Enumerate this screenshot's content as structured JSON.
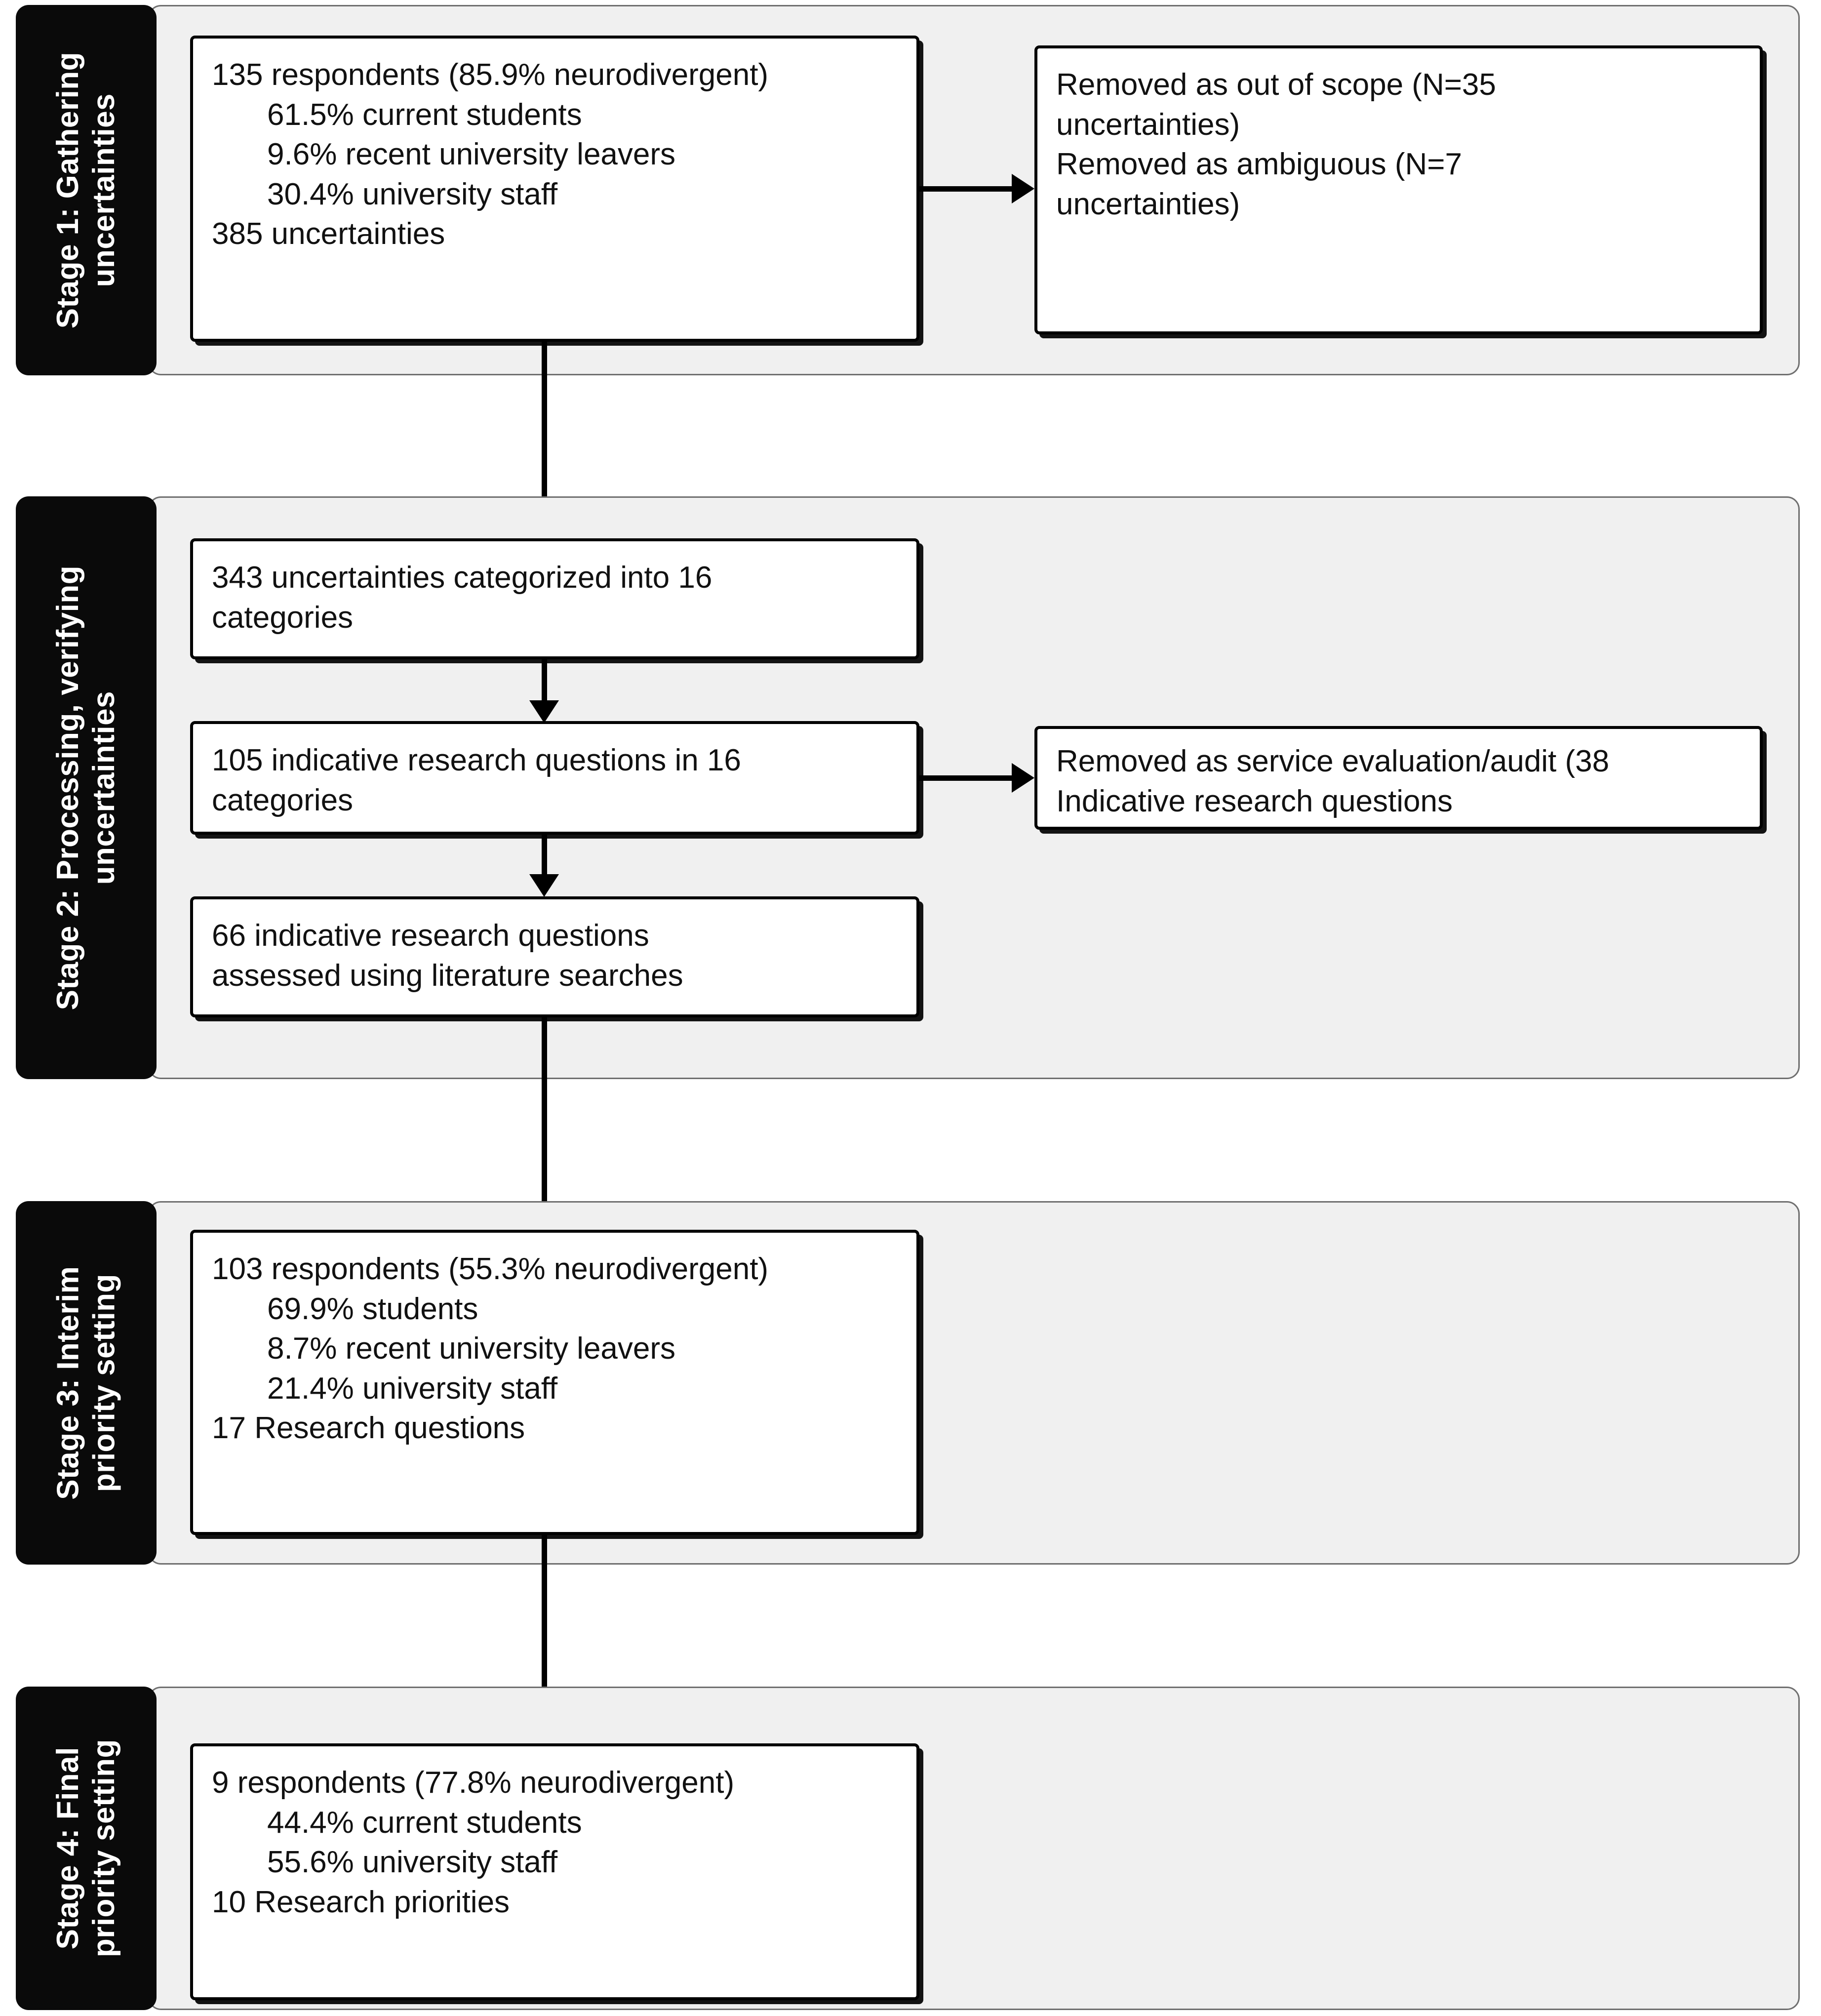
{
  "figure": {
    "type": "flowchart",
    "orientation": "vertical",
    "colors": {
      "stage_label_bg": "#0a0a0a",
      "stage_label_text": "#ffffff",
      "stage_band_bg": "#f0f0f0",
      "stage_band_border": "#6f6f6f",
      "node_border": "#000000",
      "node_bg": "#ffffff",
      "connector": "#000000",
      "page_bg": "#ffffff"
    }
  },
  "stages": [
    {
      "id": "stage-1",
      "label_line1": "Stage 1: Gathering",
      "label_line2": "uncertainties",
      "main_node": {
        "name": "stage1-respondents-box",
        "lines": [
          "135 respondents (85.9% neurodivergent)",
          "61.5% current students",
          "9.6% recent university leavers",
          "30.4% university staff",
          "385 uncertainties"
        ]
      },
      "side_node": {
        "name": "stage1-removed-box",
        "lines": [
          "Removed as out of scope (N=35",
          "uncertainties)",
          "Removed as ambiguous (N=7",
          "uncertainties)"
        ]
      }
    },
    {
      "id": "stage-2",
      "label_line1": "Stage 2: Processing, verifying",
      "label_line2": "uncertainties",
      "nodes": [
        {
          "name": "stage2-categorized-box",
          "lines": [
            "343 uncertainties categorized into 16",
            "categories"
          ]
        },
        {
          "name": "stage2-indicative-questions-box",
          "lines": [
            "105 indicative research questions in 16",
            "categories"
          ]
        },
        {
          "name": "stage2-literature-search-box",
          "lines": [
            "66 indicative research questions",
            "assessed using literature searches"
          ]
        }
      ],
      "side_node": {
        "name": "stage2-removed-box",
        "lines": [
          "Removed as service evaluation/audit (38",
          "Indicative research questions"
        ]
      }
    },
    {
      "id": "stage-3",
      "label_line1": "Stage 3: Interim",
      "label_line2": "priority setting",
      "main_node": {
        "name": "stage3-respondents-box",
        "lines": [
          "103 respondents (55.3% neurodivergent)",
          "69.9% students",
          "8.7% recent university leavers",
          "21.4% university staff",
          "17 Research questions"
        ]
      }
    },
    {
      "id": "stage-4",
      "label_line1": "Stage 4: Final",
      "label_line2": "priority setting",
      "main_node": {
        "name": "stage4-respondents-box",
        "lines": [
          "9 respondents (77.8% neurodivergent)",
          "44.4% current students",
          "55.6% university staff",
          "10 Research priorities"
        ]
      }
    }
  ]
}
